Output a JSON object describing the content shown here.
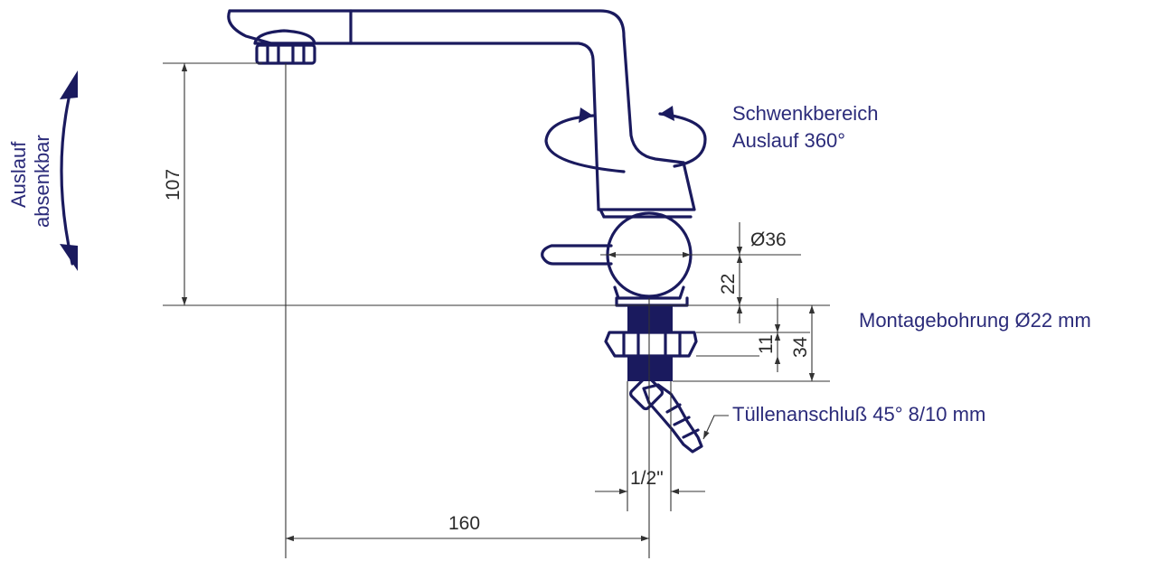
{
  "labels": {
    "swivel_line1": "Schwenkbereich",
    "swivel_line2": "Auslauf 360°",
    "lowerable_line1": "Auslauf",
    "lowerable_line2": "absenkbar",
    "mounting_hole": "Montagebohrung Ø22 mm",
    "hose_connection": "Tüllenanschluß 45° 8/10 mm"
  },
  "dimensions": {
    "height": "107",
    "reach": "160",
    "body_diameter": "Ø36",
    "body_height": "22",
    "nut_height": "11",
    "shank_height": "34",
    "thread": "1/2\""
  },
  "colors": {
    "outline": "#1a1a5e",
    "label": "#2b2b7a",
    "dimension_line": "#333333"
  }
}
